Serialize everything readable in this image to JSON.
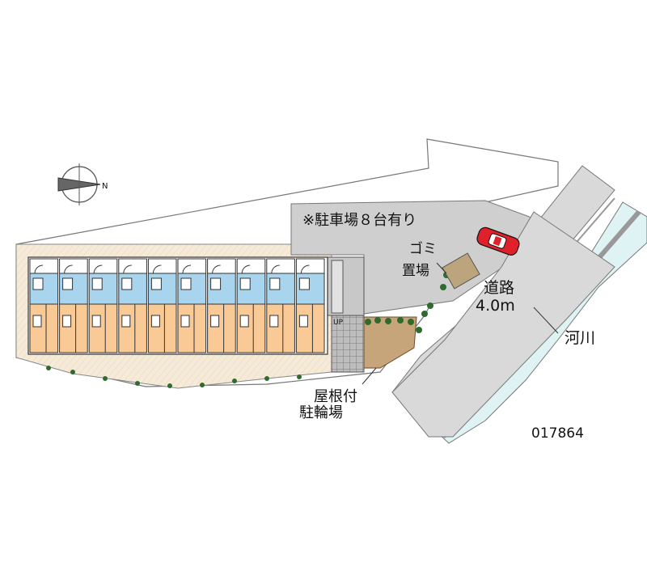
{
  "labels": {
    "parking": "※駐車場８台有り",
    "garbage_line1": "ゴミ",
    "garbage_line2": "置場",
    "road_name": "道路",
    "road_width": "4.0m",
    "river": "河川",
    "bike_line1": "屋根付",
    "bike_line2": "駐輪場",
    "stairs": "UP"
  },
  "property_id": "017864",
  "compass": {
    "icon": "compass-icon",
    "letter": "N"
  },
  "colors": {
    "road": "#d9d9d9",
    "lot": "#cfcfcf",
    "building_front": "#f9ca95",
    "building_back": "#a9d4ee",
    "ground": "#f6ead8",
    "river": "#dff2f4",
    "car": "#e0202a",
    "plant": "#2f6b2f"
  },
  "units": {
    "count": 10
  }
}
